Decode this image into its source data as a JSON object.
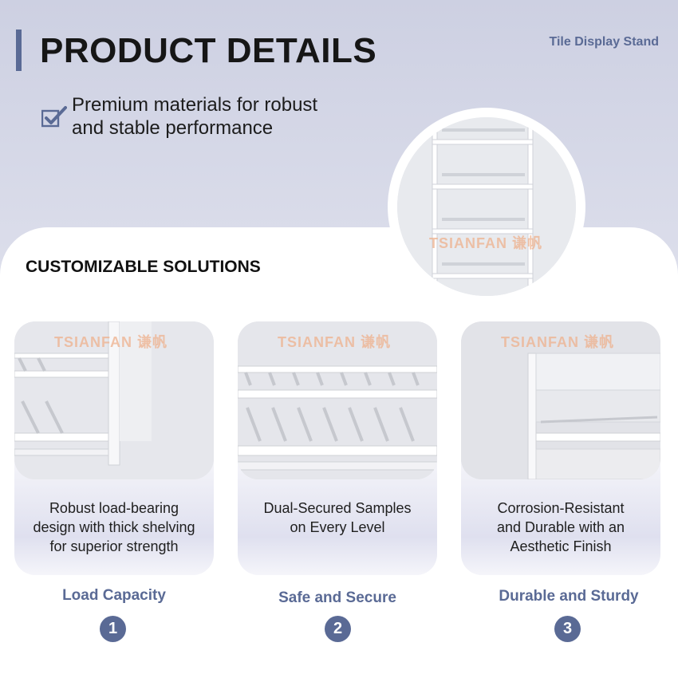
{
  "header": {
    "title": "PRODUCT DETAILS",
    "tag": "Tile Display Stand",
    "tagline_line1": "Premium materials for robust",
    "tagline_line2": "and stable performance"
  },
  "section": {
    "title": "CUSTOMIZABLE SOLUTIONS"
  },
  "watermark": "TSIANFAN 谦帆",
  "features": [
    {
      "line1": "Robust load-bearing",
      "line2": "design with thick shelving",
      "line3": "for superior strength",
      "label": "Load Capacity",
      "number": "1"
    },
    {
      "line1": "Dual-Secured Samples",
      "line2": "on Every Level",
      "line3": "",
      "label": "Safe and Secure",
      "number": "2"
    },
    {
      "line1": "Corrosion-Resistant",
      "line2": "and Durable with an",
      "line3": "Aesthetic Finish",
      "label": "Durable and Sturdy",
      "number": "3"
    }
  ],
  "colors": {
    "accent": "#5a6a95",
    "watermark": "#eeb08c",
    "title": "#161616"
  },
  "icons": {
    "check": "checkbox-check-icon"
  }
}
